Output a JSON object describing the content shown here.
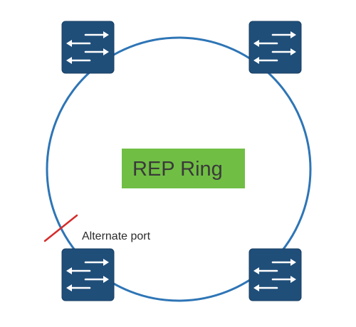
{
  "diagram": {
    "ring_label": "REP Ring",
    "alternate_port_label": "Alternate port",
    "switch_count": 4,
    "switch_positions": [
      "top-left",
      "top-right",
      "bottom-left",
      "bottom-right"
    ],
    "colors": {
      "ring": "#2e75b6",
      "switch": "#1f4e79",
      "switch_arrows": "#ffffff",
      "label_box": "#70bf44",
      "label_text": "#3a3a3a",
      "block_mark": "#d62b2b"
    },
    "icons": [
      "switch-icon",
      "blocked-port-mark"
    ]
  }
}
